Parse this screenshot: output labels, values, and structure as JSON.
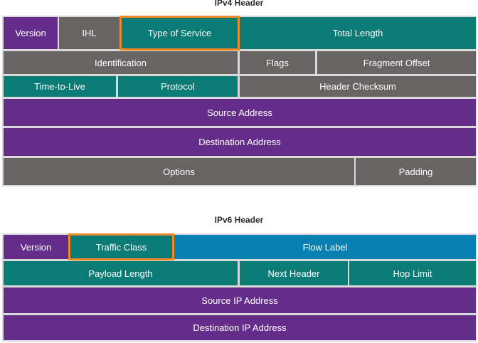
{
  "colors": {
    "purple": "#652d8a",
    "gray": "#676463",
    "teal": "#0b7b76",
    "blue": "#0980b2",
    "highlight": "#f08a24"
  },
  "ipv4": {
    "title": "IPv4 Header",
    "rows": [
      [
        {
          "label": "Version",
          "color": "purple"
        },
        {
          "label": "IHL",
          "color": "gray"
        },
        {
          "label": "Type of Service",
          "color": "teal",
          "highlighted": true
        },
        {
          "label": "Total Length",
          "color": "teal"
        }
      ],
      [
        {
          "label": "Identification",
          "color": "gray"
        },
        {
          "label": "Flags",
          "color": "gray"
        },
        {
          "label": "Fragment Offset",
          "color": "gray"
        }
      ],
      [
        {
          "label": "Time-to-Live",
          "color": "teal"
        },
        {
          "label": "Protocol",
          "color": "teal"
        },
        {
          "label": "Header Checksum",
          "color": "gray"
        }
      ],
      [
        {
          "label": "Source Address",
          "color": "purple"
        }
      ],
      [
        {
          "label": "Destination Address",
          "color": "purple"
        }
      ],
      [
        {
          "label": "Options",
          "color": "gray"
        },
        {
          "label": "Padding",
          "color": "gray"
        }
      ]
    ]
  },
  "ipv6": {
    "title": "IPv6 Header",
    "rows": [
      [
        {
          "label": "Version",
          "color": "purple"
        },
        {
          "label": "Traffic Class",
          "color": "teal",
          "highlighted": true
        },
        {
          "label": "Flow Label",
          "color": "blue"
        }
      ],
      [
        {
          "label": "Payload Length",
          "color": "teal"
        },
        {
          "label": "Next Header",
          "color": "teal"
        },
        {
          "label": "Hop Limit",
          "color": "teal"
        }
      ],
      [
        {
          "label": "Source IP Address",
          "color": "purple"
        }
      ],
      [
        {
          "label": "Destination IP Address",
          "color": "purple"
        }
      ]
    ]
  }
}
